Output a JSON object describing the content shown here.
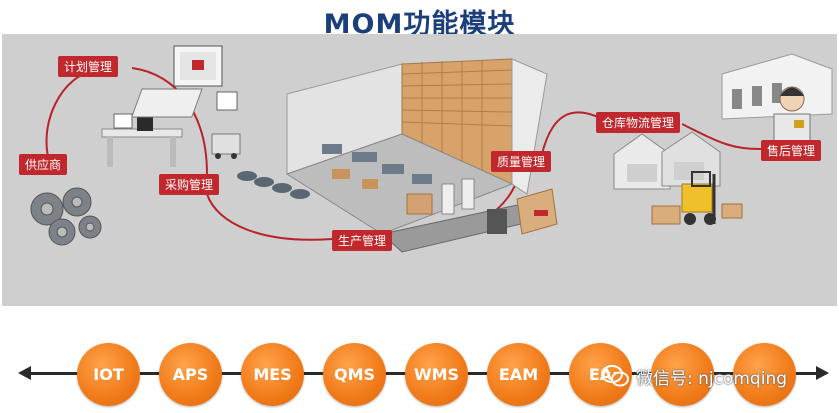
{
  "title": "MOM功能模块",
  "labels": {
    "plan": "计划管理",
    "supplier": "供应商",
    "purchase": "采购管理",
    "production": "生产管理",
    "quality": "质量管理",
    "warehouse": "仓库物流管理",
    "aftersales": "售后管理"
  },
  "modules": [
    "IOT",
    "APS",
    "MES",
    "QMS",
    "WMS",
    "EAM",
    "EA",
    "",
    ""
  ],
  "watermark": "微信号: njcomqing",
  "colors": {
    "accent_red": "#c0282d",
    "node_orange": "#f07a18",
    "title_blue": "#1b3f7a"
  }
}
